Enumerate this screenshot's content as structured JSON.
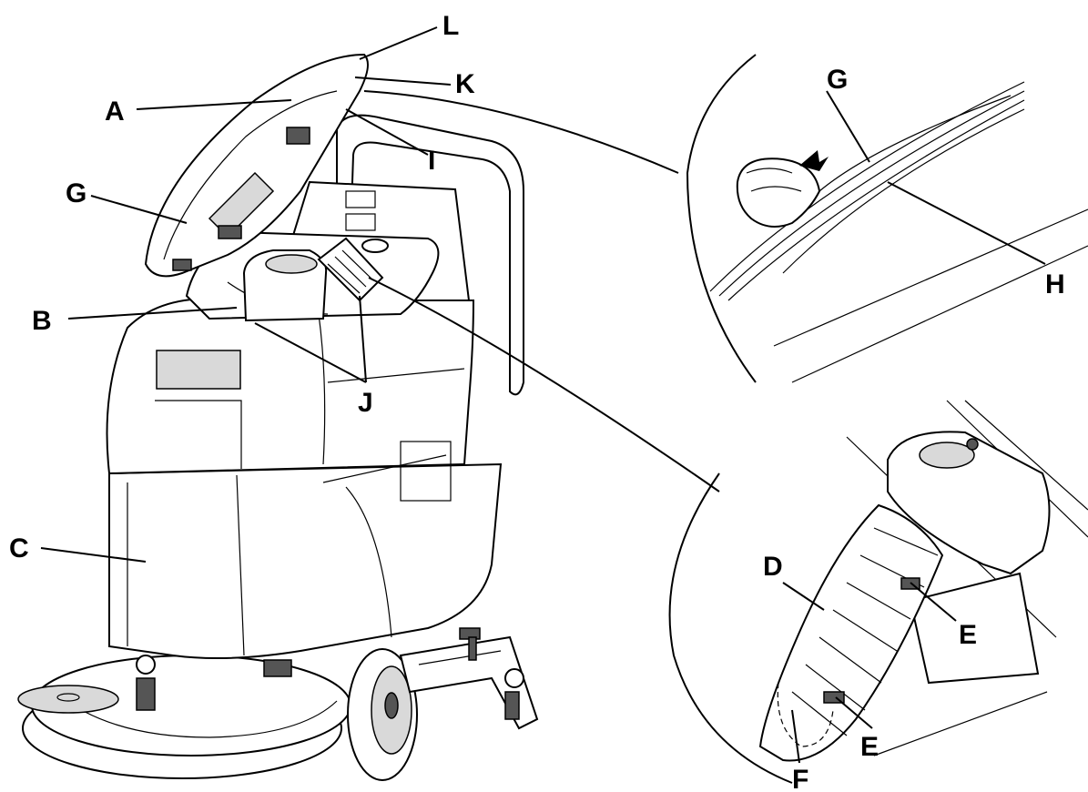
{
  "labels": {
    "A": "A",
    "B": "B",
    "C": "C",
    "D": "D",
    "E1": "E",
    "E2": "E",
    "F": "F",
    "G1": "G",
    "G2": "G",
    "H": "H",
    "I": "I",
    "J": "J",
    "K": "K",
    "L": "L"
  }
}
